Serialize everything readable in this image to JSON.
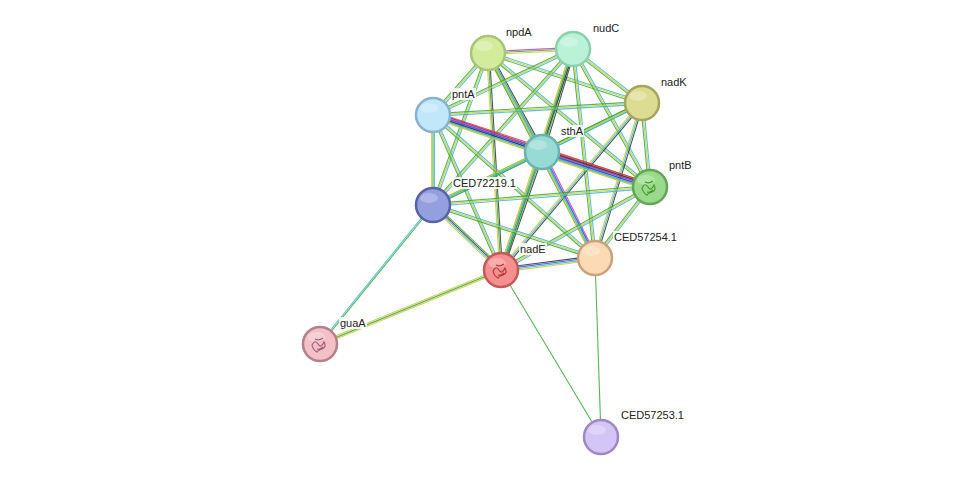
{
  "diagram": {
    "nodes": [
      {
        "text": [
          "npdA"
        ]
      },
      {
        "text": [
          "nudC"
        ]
      },
      {
        "text": [
          "nadK"
        ]
      },
      {
        "text": [
          "pntA"
        ]
      },
      {
        "text": [
          "sthA"
        ]
      },
      {
        "text": [
          "pntB"
        ]
      },
      {
        "text": [
          "CED72219.1"
        ]
      },
      {
        "text": [
          "nadE"
        ]
      },
      {
        "text": [
          "CED57254.1"
        ]
      },
      {
        "text": [
          "guaA"
        ]
      },
      {
        "text": [
          "CED57253.1"
        ]
      }
    ],
    "edges": [
      {
        "from": 0,
        "to": 1,
        "arrow": "none"
      },
      {
        "from": 0,
        "to": 2,
        "arrow": "none"
      },
      {
        "from": 0,
        "to": 3,
        "arrow": "none"
      },
      {
        "from": 0,
        "to": 4,
        "arrow": "none"
      },
      {
        "from": 0,
        "to": 5,
        "arrow": "none"
      },
      {
        "from": 0,
        "to": 6,
        "arrow": "none"
      },
      {
        "from": 0,
        "to": 7,
        "arrow": "none"
      },
      {
        "from": 0,
        "to": 8,
        "arrow": "none"
      },
      {
        "from": 1,
        "to": 2,
        "arrow": "none"
      },
      {
        "from": 1,
        "to": 3,
        "arrow": "none"
      },
      {
        "from": 1,
        "to": 4,
        "arrow": "none"
      },
      {
        "from": 1,
        "to": 5,
        "arrow": "none"
      },
      {
        "from": 1,
        "to": 6,
        "arrow": "none"
      },
      {
        "from": 1,
        "to": 7,
        "arrow": "none"
      },
      {
        "from": 1,
        "to": 8,
        "arrow": "none"
      },
      {
        "from": 2,
        "to": 3,
        "arrow": "none"
      },
      {
        "from": 2,
        "to": 4,
        "arrow": "none"
      },
      {
        "from": 2,
        "to": 5,
        "arrow": "none"
      },
      {
        "from": 2,
        "to": 6,
        "arrow": "none"
      },
      {
        "from": 2,
        "to": 7,
        "arrow": "none"
      },
      {
        "from": 2,
        "to": 8,
        "arrow": "none"
      },
      {
        "from": 3,
        "to": 4,
        "arrow": "none"
      },
      {
        "from": 3,
        "to": 5,
        "arrow": "none"
      },
      {
        "from": 3,
        "to": 6,
        "arrow": "none"
      },
      {
        "from": 3,
        "to": 7,
        "arrow": "none"
      },
      {
        "from": 3,
        "to": 8,
        "arrow": "none"
      },
      {
        "from": 4,
        "to": 5,
        "arrow": "none"
      },
      {
        "from": 4,
        "to": 6,
        "arrow": "none"
      },
      {
        "from": 4,
        "to": 7,
        "arrow": "none"
      },
      {
        "from": 4,
        "to": 8,
        "arrow": "none"
      },
      {
        "from": 5,
        "to": 6,
        "arrow": "none"
      },
      {
        "from": 5,
        "to": 7,
        "arrow": "none"
      },
      {
        "from": 5,
        "to": 8,
        "arrow": "none"
      },
      {
        "from": 6,
        "to": 7,
        "arrow": "none"
      },
      {
        "from": 6,
        "to": 8,
        "arrow": "none"
      },
      {
        "from": 7,
        "to": 8,
        "arrow": "none"
      },
      {
        "from": 6,
        "to": 9,
        "arrow": "none"
      },
      {
        "from": 7,
        "to": 9,
        "arrow": "none"
      },
      {
        "from": 7,
        "to": 10,
        "arrow": "none"
      },
      {
        "from": 8,
        "to": 10,
        "arrow": "none"
      }
    ]
  }
}
